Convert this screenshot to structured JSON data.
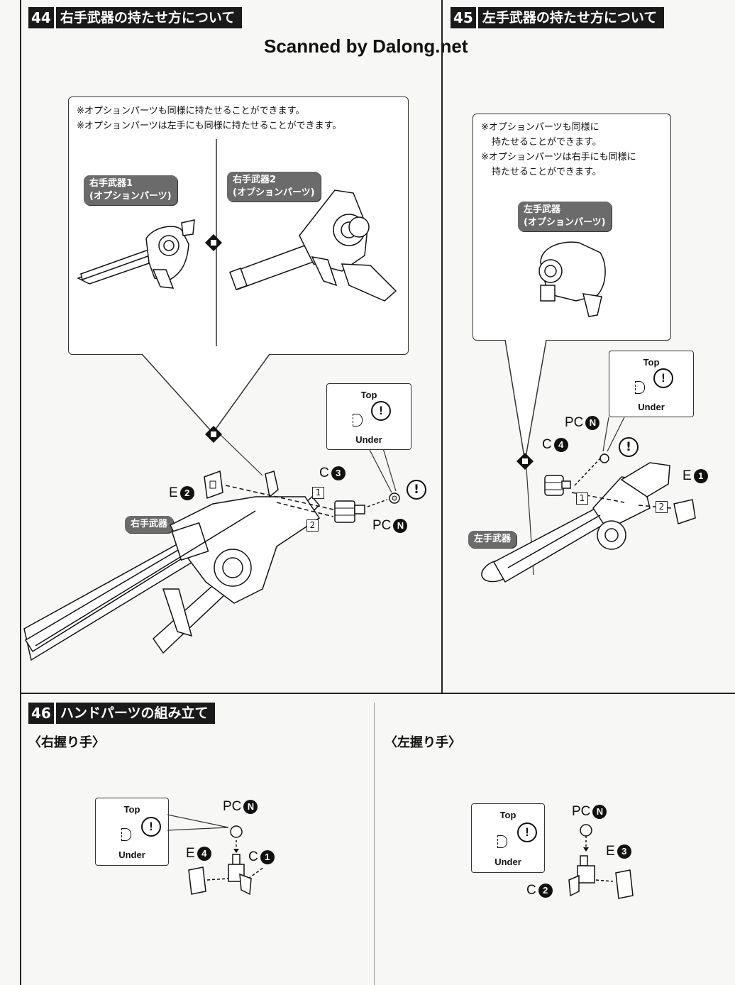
{
  "watermark": "Scanned by Dalong.net",
  "step44": {
    "number": "44",
    "title": "右手武器の持たせ方について",
    "note_line1": "※オプションパーツも同様に持たせることができます。",
    "note_line2": "※オプションパーツは左手にも同様に持たせることができます。",
    "option1_line1": "右手武器1",
    "option1_line2": "(オプションパーツ)",
    "option2_line1": "右手武器2",
    "option2_line2": "(オプションパーツ)",
    "weapon_label": "右手武器",
    "top": "Top",
    "under": "Under",
    "part_e": "E",
    "part_e_num": "2",
    "part_c": "C",
    "part_c_num": "3",
    "part_pc": "PC",
    "part_pc_num": "N",
    "order1": "1",
    "order2": "2"
  },
  "step45": {
    "number": "45",
    "title": "左手武器の持たせ方について",
    "note_line1": "※オプションパーツも同様に",
    "note_line2": "持たせることができます。",
    "note_line3": "※オプションパーツは右手にも同様に",
    "note_line4": "持たせることができます。",
    "option_line1": "左手武器",
    "option_line2": "(オプションパーツ)",
    "weapon_label": "左手武器",
    "top": "Top",
    "under": "Under",
    "part_e": "E",
    "part_e_num": "1",
    "part_c": "C",
    "part_c_num": "4",
    "part_pc": "PC",
    "part_pc_num": "N",
    "order1": "1",
    "order2": "2"
  },
  "step46": {
    "number": "46",
    "title": "ハンドパーツの組み立て",
    "right_heading": "〈右握り手〉",
    "left_heading": "〈左握り手〉",
    "right": {
      "top": "Top",
      "under": "Under",
      "part_pc": "PC",
      "part_pc_num": "N",
      "part_e": "E",
      "part_e_num": "4",
      "part_c": "C",
      "part_c_num": "1"
    },
    "left": {
      "top": "Top",
      "under": "Under",
      "part_pc": "PC",
      "part_pc_num": "N",
      "part_e": "E",
      "part_e_num": "3",
      "part_c": "C",
      "part_c_num": "2"
    }
  },
  "icons": [
    "warning-icon",
    "magnify-marker-icon",
    "peg-orientation-icon"
  ]
}
